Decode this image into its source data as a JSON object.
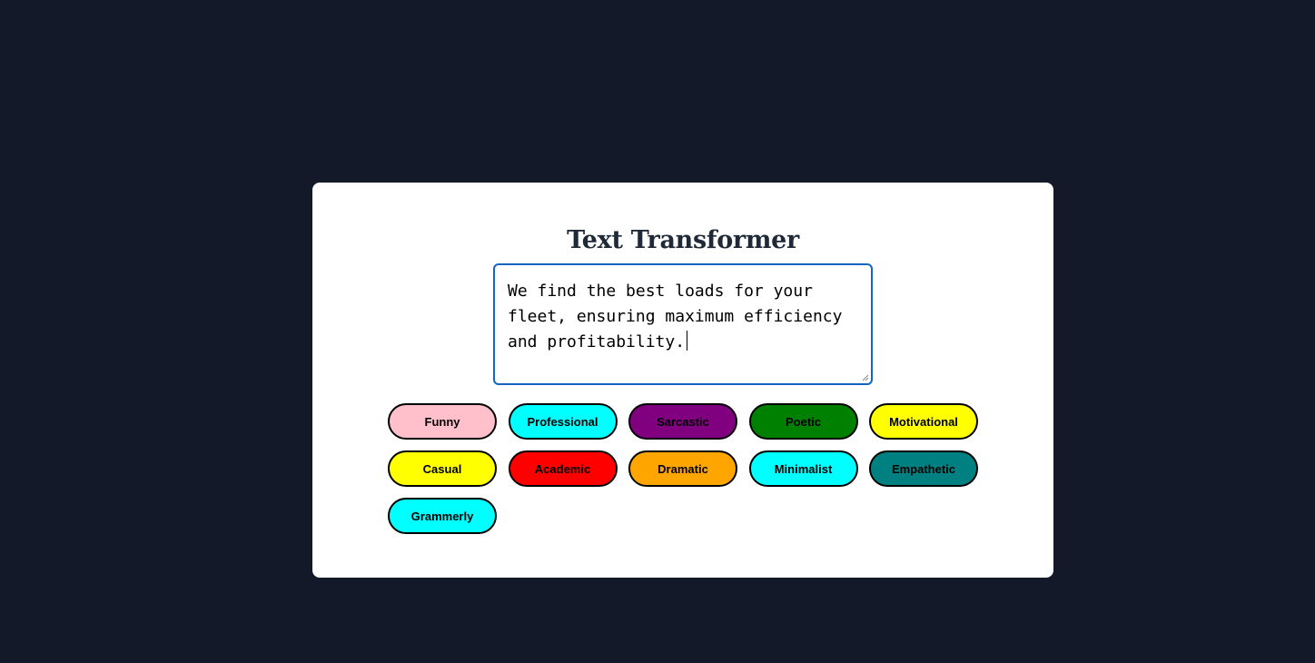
{
  "app": {
    "title": "Text Transformer"
  },
  "editor": {
    "value": "We find the best loads for your fleet, ensuring maximum efficiency and profitability."
  },
  "tones": [
    {
      "label": "Funny",
      "color": "#ffc0cb"
    },
    {
      "label": "Professional",
      "color": "#00ffff"
    },
    {
      "label": "Sarcastic",
      "color": "#800080"
    },
    {
      "label": "Poetic",
      "color": "#008000"
    },
    {
      "label": "Motivational",
      "color": "#ffff00"
    },
    {
      "label": "Casual",
      "color": "#ffff00"
    },
    {
      "label": "Academic",
      "color": "#ff0000"
    },
    {
      "label": "Dramatic",
      "color": "#ffa500"
    },
    {
      "label": "Minimalist",
      "color": "#00ffff"
    },
    {
      "label": "Empathetic",
      "color": "#008080"
    },
    {
      "label": "Grammerly",
      "color": "#00ffff"
    }
  ],
  "colors": {
    "page_background": "#131929",
    "card_background": "#ffffff",
    "title_color": "#1f2937",
    "input_border": "#1565c0"
  }
}
